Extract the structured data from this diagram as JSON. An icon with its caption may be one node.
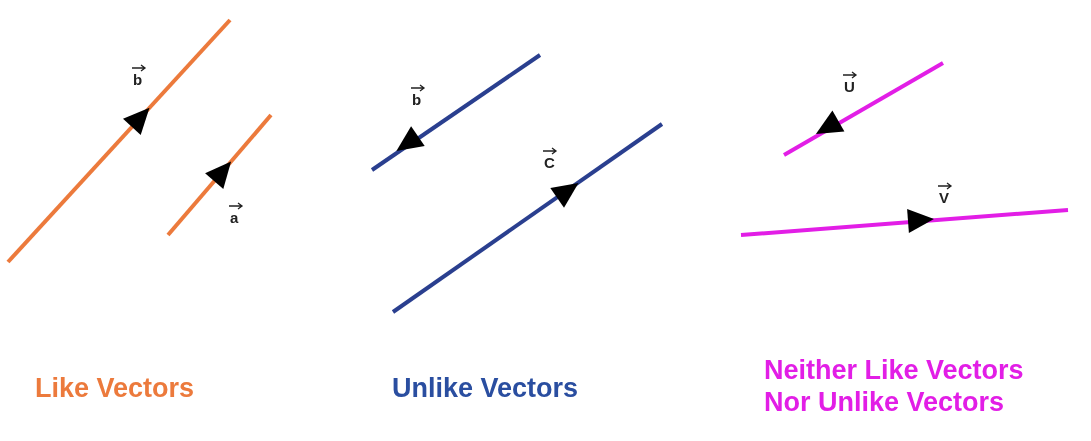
{
  "diagram": {
    "labels": [
      "b",
      "a",
      "b",
      "C",
      "U",
      "V",
      "Like Vectors",
      "Unlike Vectors",
      "Neither Like Vectors Nor Unlike Vectors"
    ]
  }
}
